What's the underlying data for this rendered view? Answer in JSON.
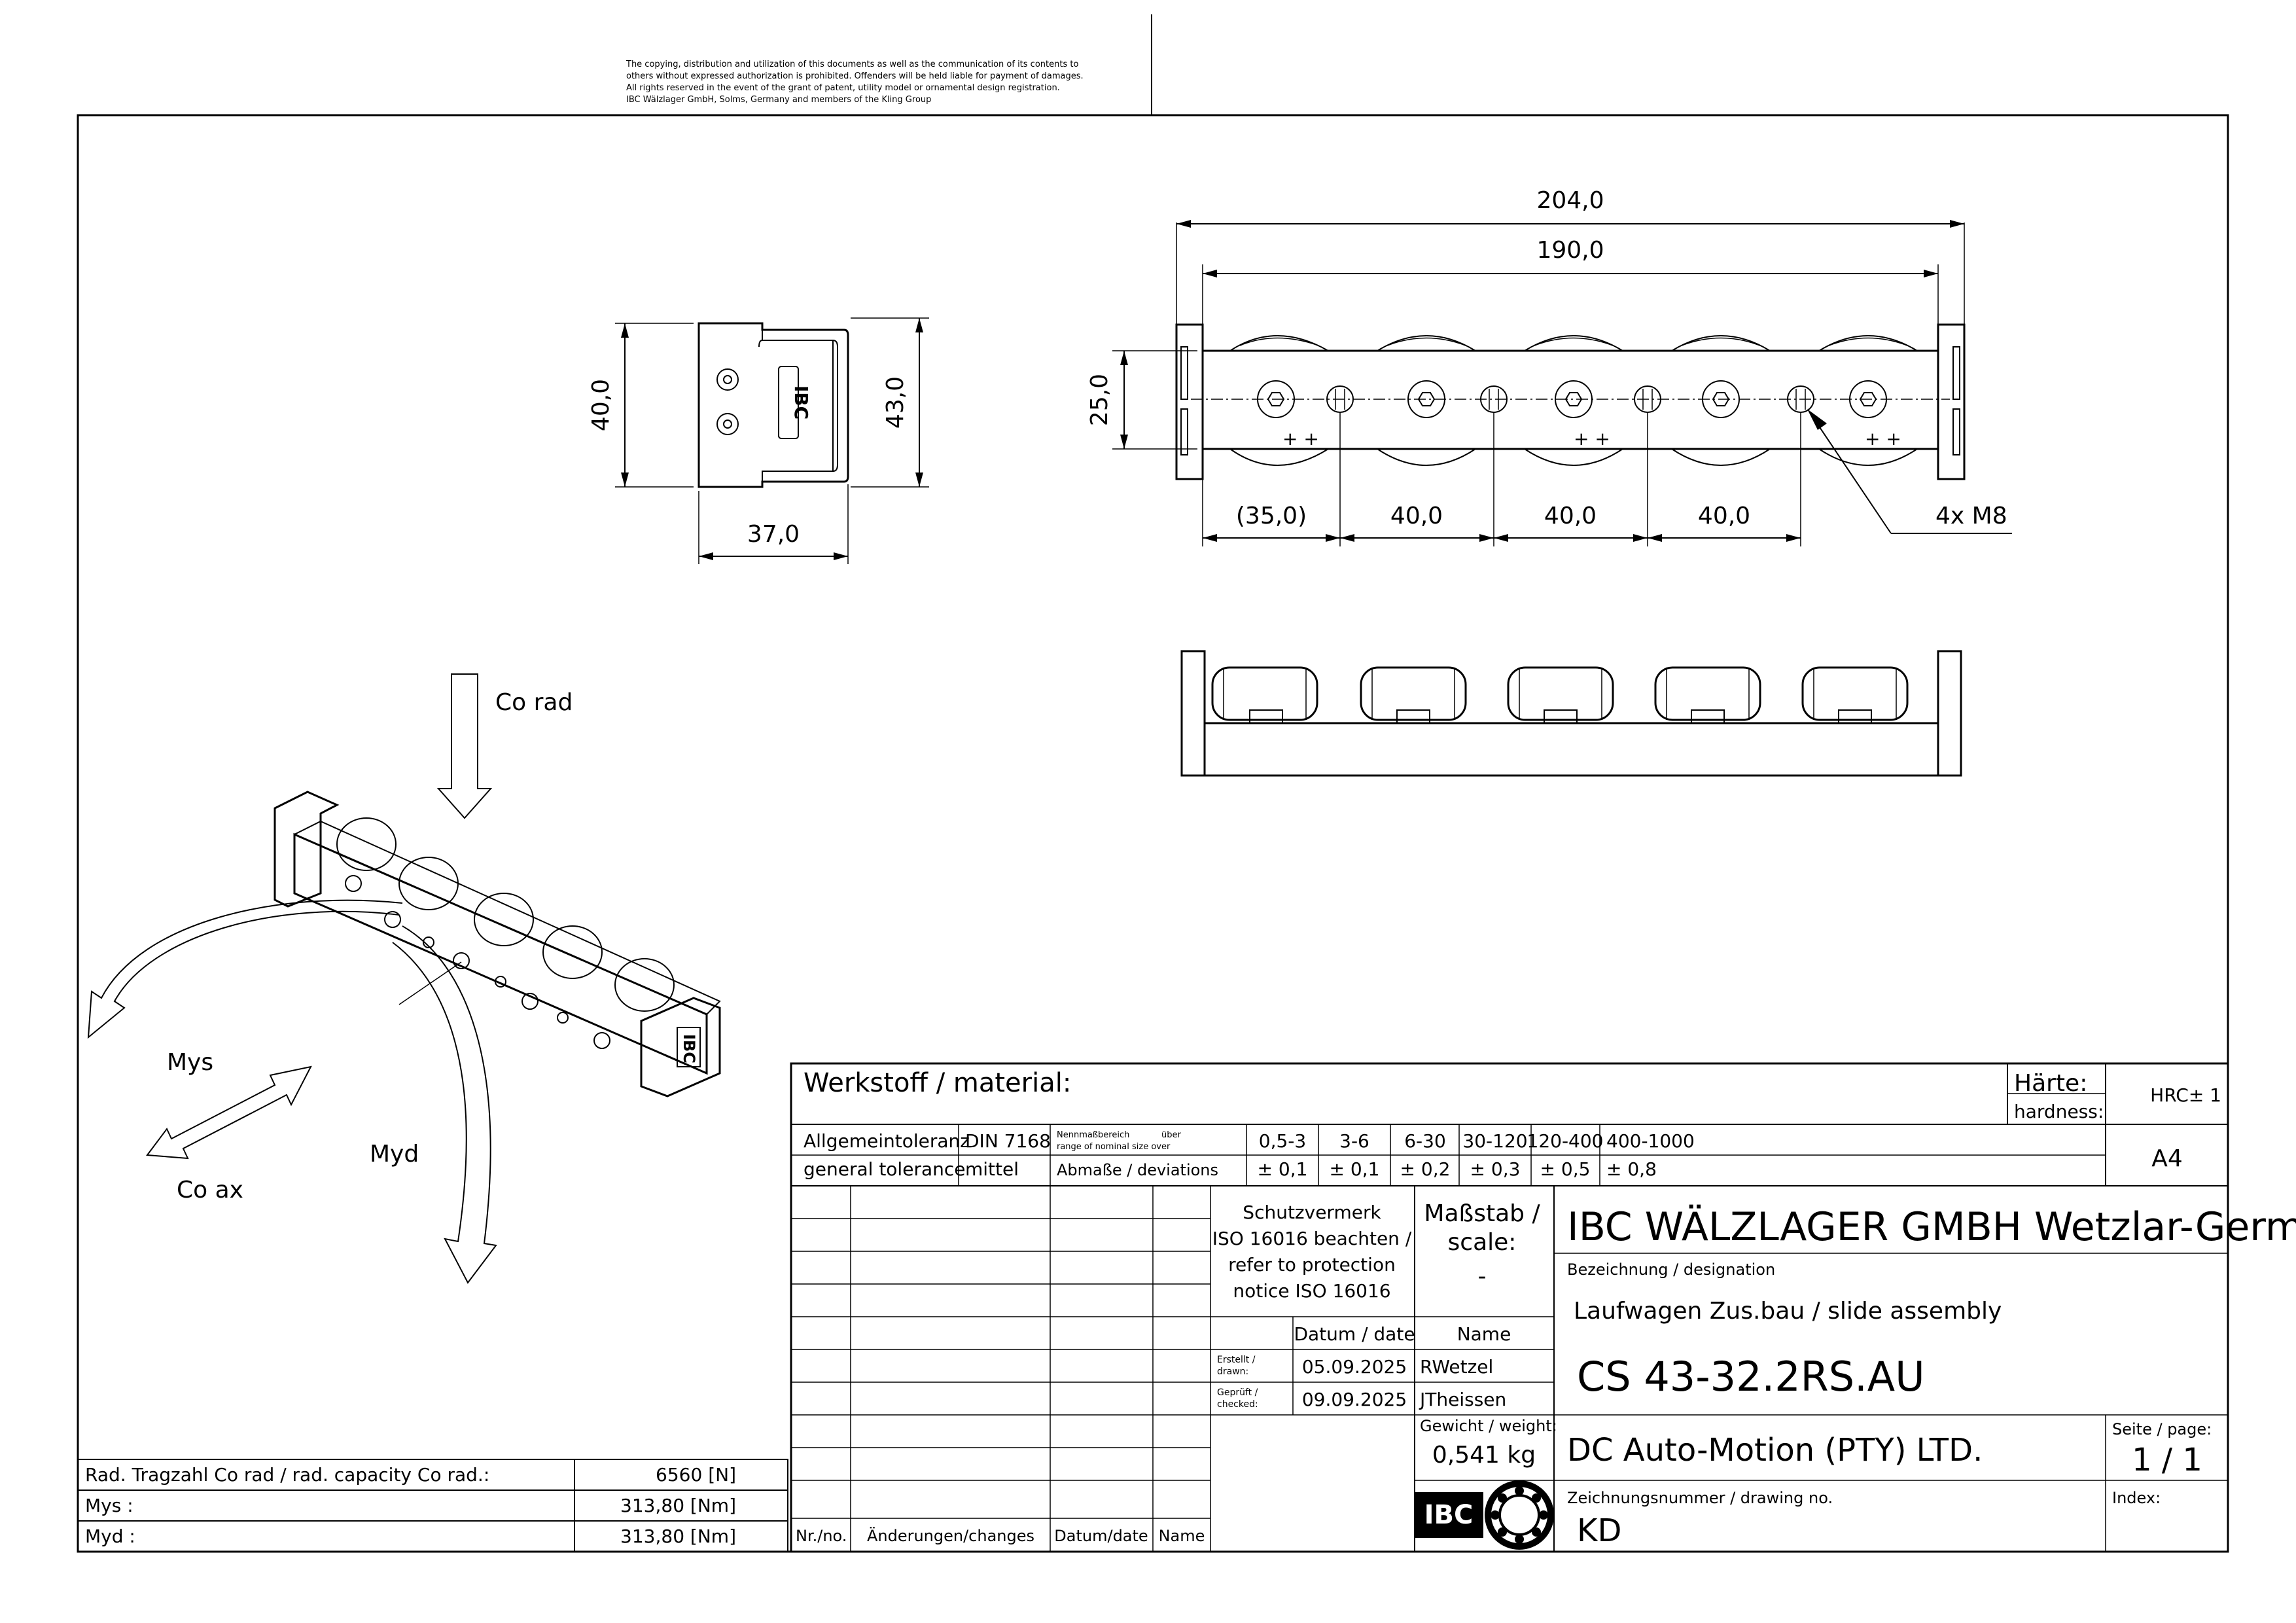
{
  "copyright_notice": [
    "The copying, distribution and utilization of this documents as well as the communication of its contents to",
    "others without expressed authorization is prohibited. Offenders will be held liable for payment of damages.",
    "All rights reserved in the event of the grant of patent, utility model or ornamental design registration.",
    "IBC Wälzlager GmbH, Solms, Germany and members of the Kling Group"
  ],
  "side_view": {
    "logo_text": "IBC",
    "dim_height_left": "40,0",
    "dim_height_right": "43,0",
    "dim_width": "37,0"
  },
  "top_view": {
    "dim_overall": "204,0",
    "dim_inner": "190,0",
    "dim_height": "25,0",
    "dim_first_pitch": "(35,0)",
    "dim_pitch": [
      "40,0",
      "40,0",
      "40,0"
    ],
    "callout": "4x M8"
  },
  "iso_view": {
    "logo_text": "IBC",
    "load_co_rad": "Co rad",
    "moment_mys": "Mys",
    "moment_myd": "Myd",
    "load_co_ax": "Co ax"
  },
  "capacity_table": [
    {
      "label": "Rad. Tragzahl Co rad / rad. capacity Co rad.:",
      "value": "6560 [N]"
    },
    {
      "label": "Mys :",
      "value": "313,80 [Nm]"
    },
    {
      "label": "Myd :",
      "value": "313,80 [Nm]"
    }
  ],
  "title_block": {
    "material_label": "Werkstoff / material:",
    "hardness_label_de": "Härte:",
    "hardness_label_en": "hardness:",
    "hardness_value": "HRC± 1",
    "paper_size": "A4",
    "tolerance_label_de": "Allgemeintoleranz",
    "tolerance_label_en": "general tolerance",
    "tolerance_std": "DIN 7168",
    "tolerance_class": "mittel",
    "nominal_range_de": "Nennmaßbereich",
    "nominal_range_ueber": "über",
    "nominal_range_en": "range of nominal size over",
    "deviations_label": "Abmaße / deviations",
    "ranges": [
      "0,5-3",
      "3-6",
      "6-30",
      "30-120",
      "120-400",
      "400-1000"
    ],
    "deviations": [
      "± 0,1",
      "± 0,1",
      "± 0,2",
      "± 0,3",
      "± 0,5",
      "± 0,8"
    ],
    "protection": [
      "Schutzvermerk",
      "ISO 16016 beachten /",
      "refer to protection",
      "notice ISO 16016"
    ],
    "scale_label": [
      "Maßstab /",
      "scale:"
    ],
    "scale_value": "-",
    "company": "IBC WÄLZLAGER GMBH Wetzlar-Germany",
    "designation_label": "Bezeichnung / designation",
    "designation": "Laufwagen Zus.bau / slide assembly",
    "part_number": "CS 43-32.2RS.AU",
    "date_header": "Datum / date",
    "name_header": "Name",
    "drawn_label": [
      "Erstellt /",
      "drawn:"
    ],
    "drawn_date": "05.09.2025",
    "drawn_name": "RWetzel",
    "checked_label": [
      "Geprüft /",
      "checked:"
    ],
    "checked_date": "09.09.2025",
    "checked_name": "JTheissen",
    "weight_label": "Gewicht / weight:",
    "weight_value": "0,541 kg",
    "customer": "DC Auto-Motion (PTY) LTD.",
    "page_label": "Seite / page:",
    "page_value": "1 / 1",
    "logo_text": "IBC",
    "drawing_no_label": "Zeichnungsnummer / drawing no.",
    "drawing_no": "KD",
    "index_label": "Index:",
    "revision_headers": [
      "Nr./no.",
      "Änderungen/changes",
      "Datum/date",
      "Name"
    ]
  }
}
